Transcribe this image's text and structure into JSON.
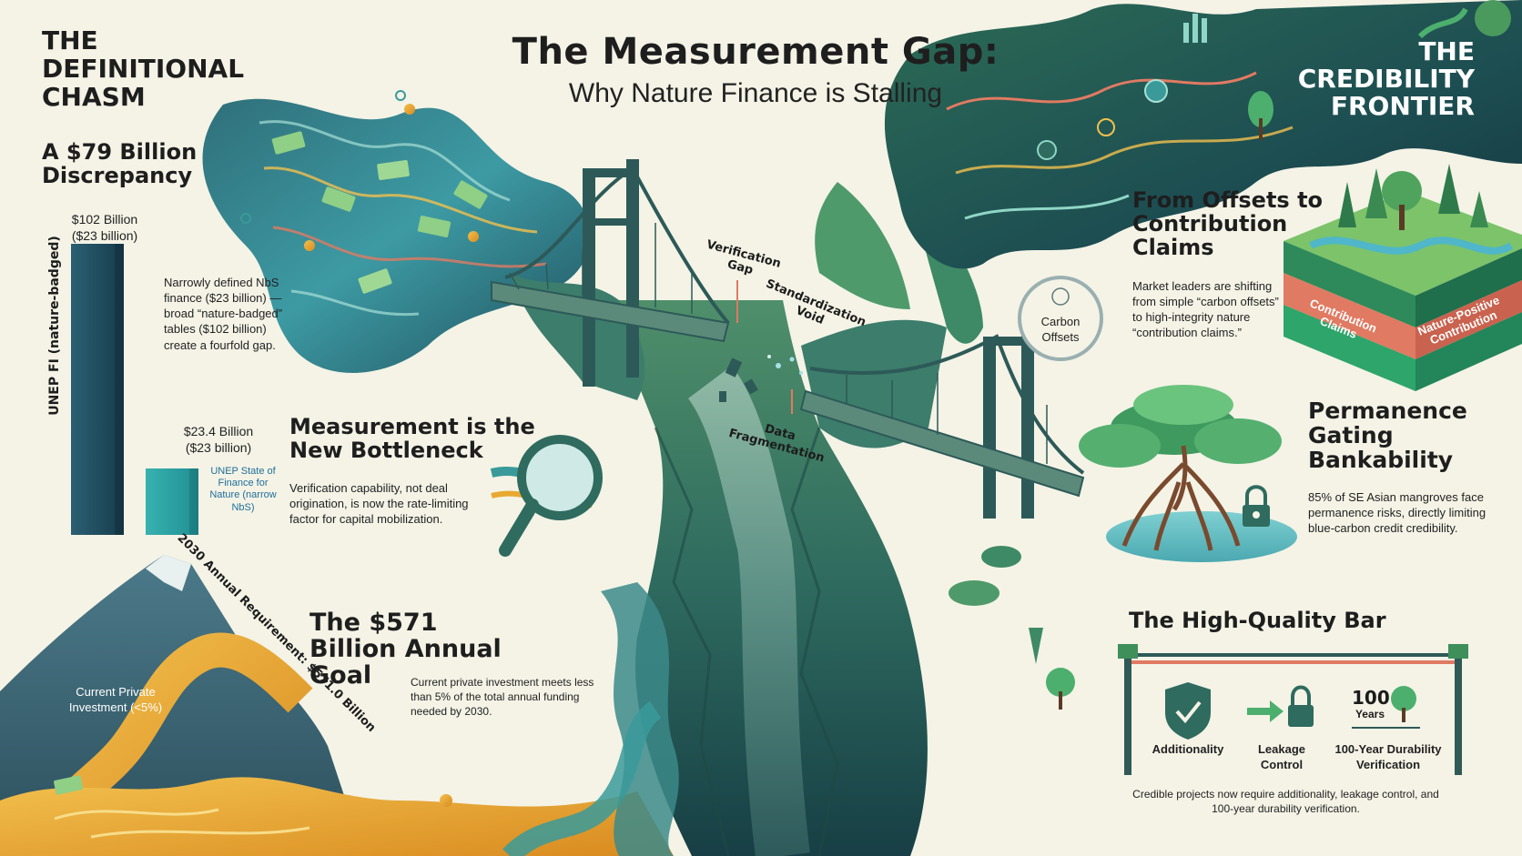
{
  "title": {
    "main": "The Measurement Gap:",
    "sub": "Why Nature Finance is Stalling"
  },
  "left": {
    "heading": "THE DEFINITIONAL CHASM",
    "discrepancy_title": "A $79 Billion Discrepancy",
    "chart_data": {
      "type": "bar",
      "ylabel": "UNEP FI (nature-badged)",
      "categories": [
        "UNEP FI (nature-badged)",
        "UNEP State of Finance for Nature (narrow NbS)"
      ],
      "values": [
        102,
        23.4
      ],
      "value_labels": [
        {
          "line1": "$102 Billion",
          "line2": "($23 billion)"
        },
        {
          "line1": "$23.4 Billion",
          "line2": "($23 billion)"
        }
      ],
      "bar_label_small": "UNEP State of Finance for Nature (narrow NbS)"
    },
    "discrepancy_text": "Narrowly defined NbS finance ($23 billion) — broad “nature-badged” tables ($102 billion) create a fourfold gap.",
    "bottleneck_title": "Measurement is the New Bottleneck",
    "bottleneck_text": "Verification capability, not deal origination, is now the rate-limiting factor for capital mobilization.",
    "goal_title": "The $571 Billion Annual Goal",
    "goal_text": "Current private investment meets less than 5% of the total annual funding needed by 2030.",
    "mountain_label": "2030 Annual Requirement: $571.0 Billion",
    "current_investment": "Current Private Investment (<5%)"
  },
  "bridge": {
    "verification_gap": "Verification Gap",
    "standardization_void": "Standardization Void",
    "data_fragmentation": "Data Fragmentation"
  },
  "right": {
    "heading": "THE CREDIBILITY FRONTIER",
    "offsets_title": "From Offsets to Contribution Claims",
    "offsets_text": "Market leaders are shifting from simple “carbon offsets” to high-integrity nature “contribution claims.”",
    "carbon_badge": "Carbon Offsets",
    "ribbon_left": "Contribution Claims",
    "ribbon_right": "Nature-Positive Contribution",
    "permanence_title": "Permanence Gating Bankability",
    "permanence_text": "85% of SE Asian mangroves face permanence risks, directly limiting blue-carbon credit credibility.",
    "bar_title": "The High-Quality Bar",
    "items": [
      "Additionality",
      "Leakage Control",
      "100-Year Durability Verification"
    ],
    "years_value": "100",
    "years_unit": "Years",
    "bar_text": "Credible projects now require additionality, leakage control, and 100-year durability verification."
  },
  "colors": {
    "teal_dark": "#1f5a63",
    "teal": "#3a9a9a",
    "green": "#3f8f5a",
    "gold": "#e8a930",
    "coral": "#e07a62",
    "cream": "#f4f3e6"
  }
}
